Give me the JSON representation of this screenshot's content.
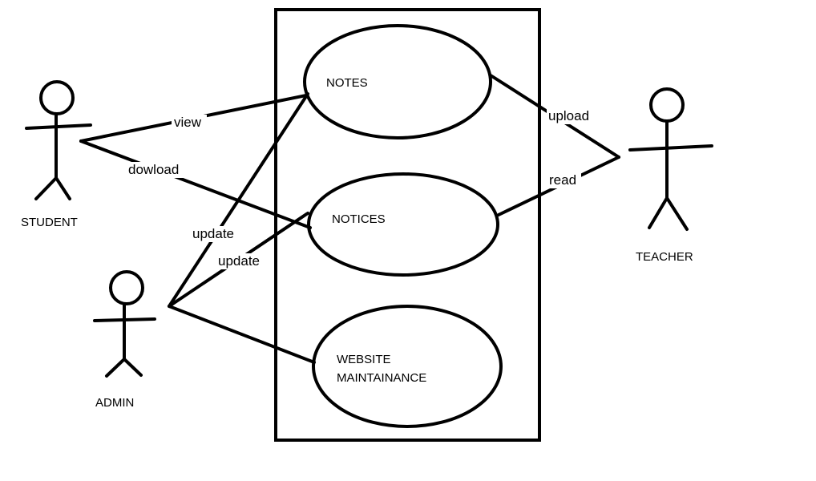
{
  "actors": {
    "student": "STUDENT",
    "admin": "ADMIN",
    "teacher": "TEACHER"
  },
  "use_cases": {
    "notes": "NOTES",
    "notices": "NOTICES",
    "website_line1": "WEBSITE",
    "website_line2": "MAINTAINANCE"
  },
  "edges": {
    "view": "view",
    "download": "dowload",
    "update_notes": "update",
    "update_notices": "update",
    "upload": "upload",
    "read": "read"
  }
}
